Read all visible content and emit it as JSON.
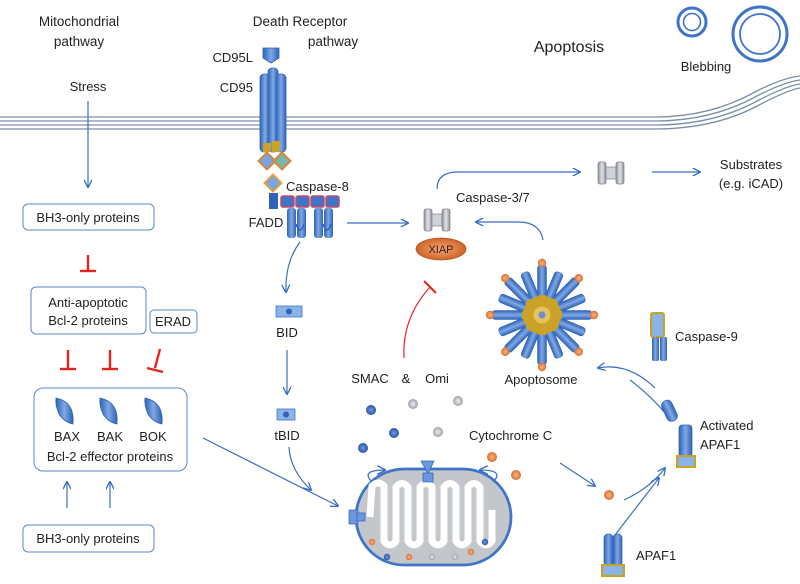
{
  "headers": {
    "mito_line1": "Mitochondrial",
    "mito_line2": "pathway",
    "death_line1": "Death Receptor",
    "death_line2": "pathway",
    "apoptosis": "Apoptosis",
    "blebbing": "Blebbing"
  },
  "left": {
    "stress": "Stress",
    "bh3_top": "BH3-only proteins",
    "anti_line1": "Anti-apoptotic",
    "anti_line2": "Bcl-2 proteins",
    "erad": "ERAD",
    "bax": "BAX",
    "bak": "BAK",
    "bok": "BOK",
    "effector": "Bcl-2 effector proteins",
    "bh3_bottom": "BH3-only proteins"
  },
  "receptor": {
    "cd95l": "CD95L",
    "cd95": "CD95",
    "caspase8": "Caspase-8",
    "fadd": "FADD",
    "bid": "BID",
    "tbid": "tBID"
  },
  "right": {
    "caspase37": "Caspase-3/7",
    "xiap": "XIAP",
    "substrates_line1": "Substrates",
    "substrates_line2": "(e.g. iCAD)",
    "smac": "SMAC",
    "amp": "&",
    "omi": "Omi",
    "apoptosome": "Apoptosome",
    "caspase9": "Caspase-9",
    "cytochrome": "Cytochrome C",
    "activated_line1": "Activated",
    "activated_line2": "APAF1",
    "apaf1": "APAF1"
  },
  "colors": {
    "arrow": "#3a6fc4",
    "inhibit": "#e8231f",
    "protein_blue": "#3f74c9",
    "protein_light": "#8ab3e6",
    "orange": "#e8884a",
    "grey": "#b9bcc2",
    "gold": "#c9a227",
    "xiap": "#e07a3c"
  }
}
